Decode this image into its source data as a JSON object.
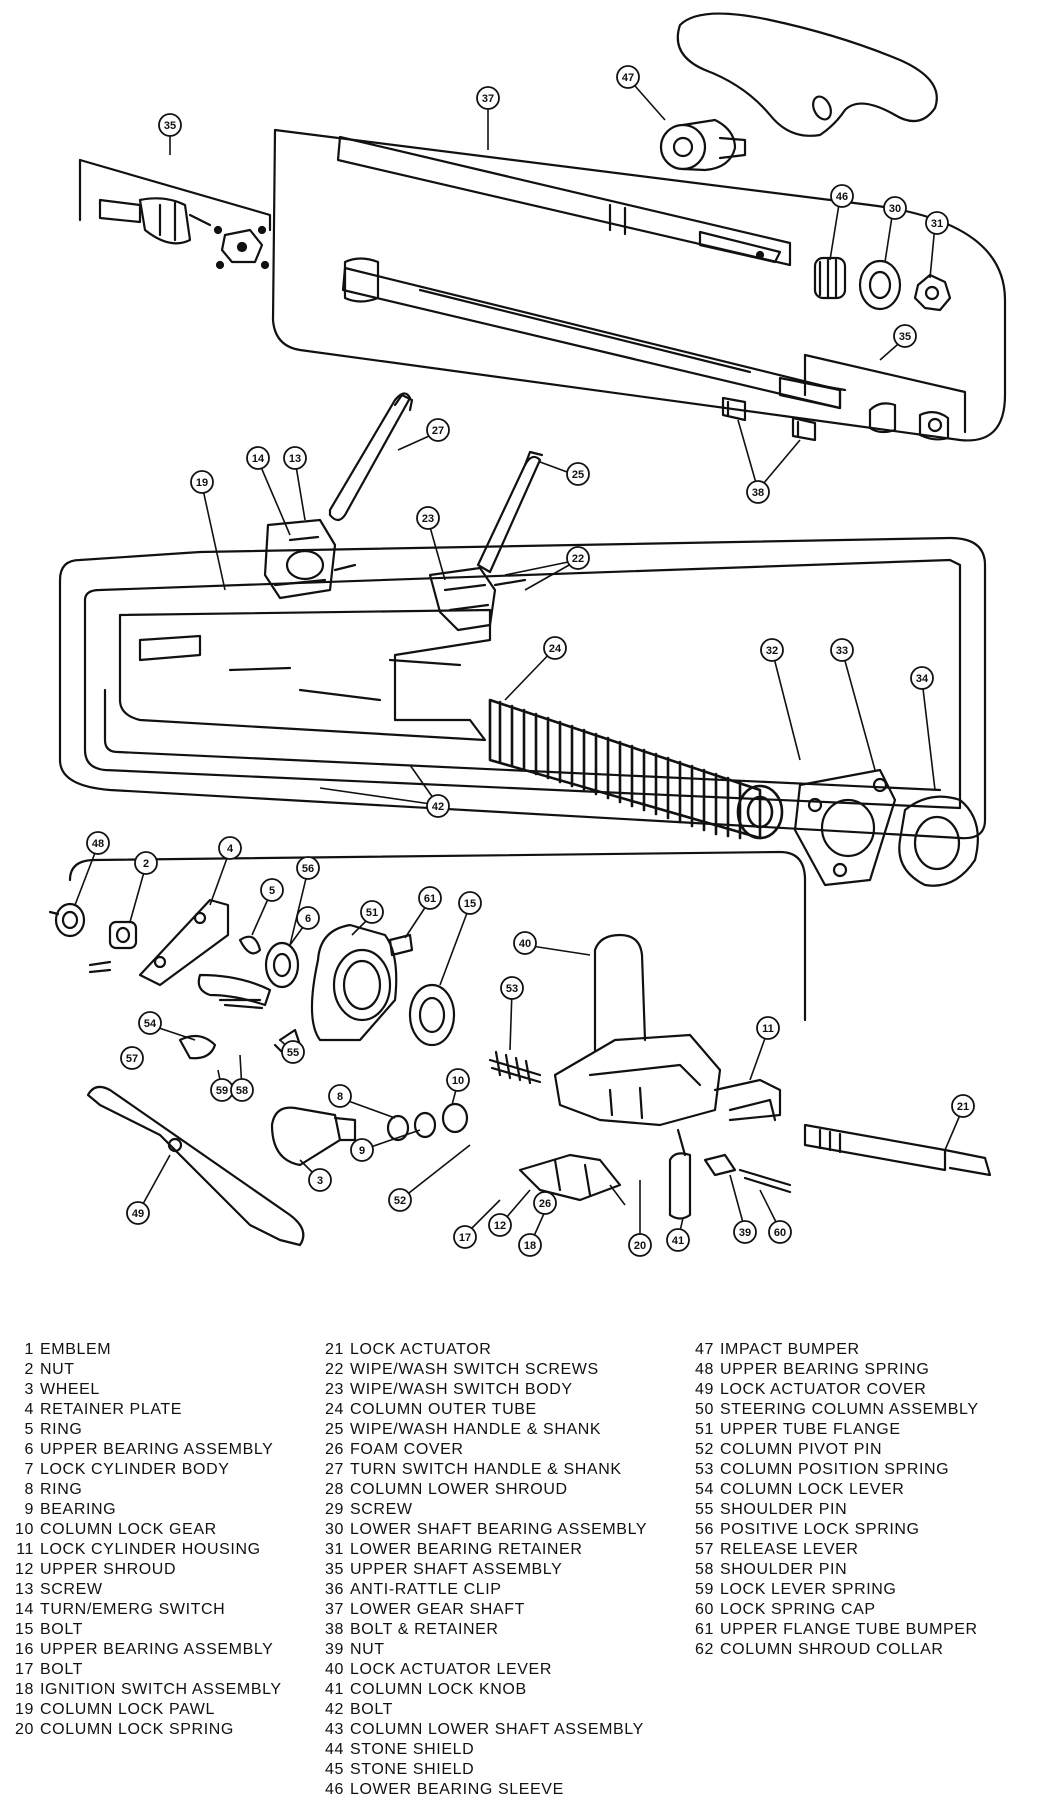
{
  "callouts": [
    "35",
    "37",
    "47",
    "46",
    "30",
    "31",
    "35",
    "38",
    "27",
    "25",
    "19",
    "14",
    "13",
    "23",
    "22",
    "24",
    "32",
    "33",
    "34",
    "42",
    "48",
    "2",
    "4",
    "5",
    "56",
    "6",
    "51",
    "61",
    "15",
    "40",
    "53",
    "54",
    "57",
    "11",
    "10",
    "8",
    "9",
    "55",
    "59",
    "58",
    "3",
    "49",
    "52",
    "12",
    "17",
    "18",
    "20",
    "41",
    "39",
    "21",
    "60",
    "26"
  ],
  "legend": [
    {
      "num": "1",
      "name": "EMBLEM"
    },
    {
      "num": "2",
      "name": "NUT"
    },
    {
      "num": "3",
      "name": "WHEEL"
    },
    {
      "num": "4",
      "name": "RETAINER PLATE"
    },
    {
      "num": "5",
      "name": "RING"
    },
    {
      "num": "6",
      "name": "UPPER BEARING ASSEMBLY"
    },
    {
      "num": "7",
      "name": "LOCK CYLINDER BODY"
    },
    {
      "num": "8",
      "name": "RING"
    },
    {
      "num": "9",
      "name": "BEARING"
    },
    {
      "num": "10",
      "name": "COLUMN LOCK GEAR"
    },
    {
      "num": "11",
      "name": "LOCK CYLINDER HOUSING"
    },
    {
      "num": "12",
      "name": "UPPER SHROUD"
    },
    {
      "num": "13",
      "name": "SCREW"
    },
    {
      "num": "14",
      "name": "TURN/EMERG SWITCH"
    },
    {
      "num": "15",
      "name": "BOLT"
    },
    {
      "num": "16",
      "name": "UPPER BEARING ASSEMBLY"
    },
    {
      "num": "17",
      "name": "BOLT"
    },
    {
      "num": "18",
      "name": "IGNITION SWITCH ASSEMBLY"
    },
    {
      "num": "19",
      "name": "COLUMN LOCK PAWL"
    },
    {
      "num": "20",
      "name": "COLUMN LOCK SPRING"
    },
    {
      "num": "21",
      "name": "LOCK ACTUATOR"
    },
    {
      "num": "22",
      "name": "WIPE/WASH SWITCH SCREWS"
    },
    {
      "num": "23",
      "name": "WIPE/WASH SWITCH BODY"
    },
    {
      "num": "24",
      "name": "COLUMN OUTER TUBE"
    },
    {
      "num": "25",
      "name": "WIPE/WASH HANDLE & SHANK"
    },
    {
      "num": "26",
      "name": "FOAM COVER"
    },
    {
      "num": "27",
      "name": "TURN SWITCH HANDLE & SHANK"
    },
    {
      "num": "28",
      "name": "COLUMN LOWER SHROUD"
    },
    {
      "num": "29",
      "name": "SCREW"
    },
    {
      "num": "30",
      "name": "LOWER SHAFT BEARING ASSEMBLY"
    },
    {
      "num": "31",
      "name": "LOWER BEARING RETAINER"
    },
    {
      "num": "35",
      "name": "UPPER SHAFT ASSEMBLY"
    },
    {
      "num": "36",
      "name": "ANTI-RATTLE CLIP"
    },
    {
      "num": "37",
      "name": "LOWER GEAR SHAFT"
    },
    {
      "num": "38",
      "name": "BOLT & RETAINER"
    },
    {
      "num": "39",
      "name": "NUT"
    },
    {
      "num": "40",
      "name": "LOCK ACTUATOR LEVER"
    },
    {
      "num": "41",
      "name": "COLUMN LOCK KNOB"
    },
    {
      "num": "42",
      "name": "BOLT"
    },
    {
      "num": "43",
      "name": "COLUMN LOWER SHAFT ASSEMBLY"
    },
    {
      "num": "44",
      "name": "STONE SHIELD"
    },
    {
      "num": "45",
      "name": "STONE SHIELD"
    },
    {
      "num": "46",
      "name": "LOWER BEARING SLEEVE"
    },
    {
      "num": "47",
      "name": "IMPACT BUMPER"
    },
    {
      "num": "48",
      "name": "UPPER BEARING SPRING"
    },
    {
      "num": "49",
      "name": "LOCK ACTUATOR COVER"
    },
    {
      "num": "50",
      "name": "STEERING COLUMN ASSEMBLY"
    },
    {
      "num": "51",
      "name": "UPPER TUBE FLANGE"
    },
    {
      "num": "52",
      "name": "COLUMN PIVOT PIN"
    },
    {
      "num": "53",
      "name": "COLUMN POSITION SPRING"
    },
    {
      "num": "54",
      "name": "COLUMN LOCK LEVER"
    },
    {
      "num": "55",
      "name": "SHOULDER PIN"
    },
    {
      "num": "56",
      "name": "POSITIVE LOCK SPRING"
    },
    {
      "num": "57",
      "name": "RELEASE LEVER"
    },
    {
      "num": "58",
      "name": "SHOULDER PIN"
    },
    {
      "num": "59",
      "name": "LOCK LEVER SPRING"
    },
    {
      "num": "60",
      "name": "LOCK SPRING CAP"
    },
    {
      "num": "61",
      "name": "UPPER FLANGE TUBE BUMPER"
    },
    {
      "num": "62",
      "name": "COLUMN SHROUD COLLAR"
    }
  ],
  "colors": {
    "ink": "#111111",
    "paper": "#ffffff"
  }
}
